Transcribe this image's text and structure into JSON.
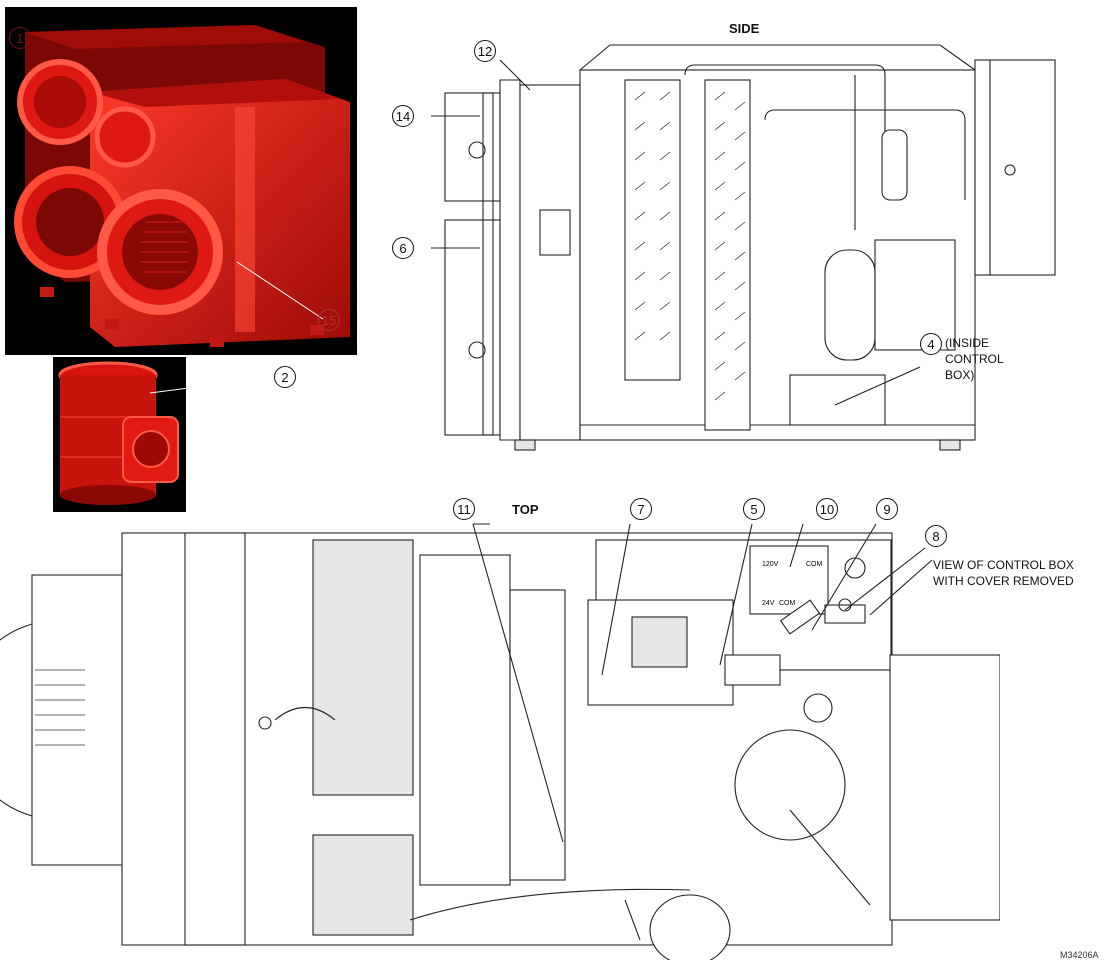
{
  "labels": {
    "side": "SIDE",
    "top": "TOP",
    "inside_control_box": "(INSIDE\nCONTROL\nBOX)",
    "view_control_box": "VIEW OF CONTROL BOX\nWITH COVER REMOVED",
    "part_number": "M34206A"
  },
  "panel_labels": {
    "v120": "120V",
    "com_top": "COM",
    "v24": "24V",
    "com_bottom": "COM"
  },
  "callouts": {
    "c1": "1",
    "c2": "2",
    "c4": "4",
    "c5": "5",
    "c6": "6",
    "c7": "7",
    "c8": "8",
    "c9": "9",
    "c10": "10",
    "c11": "11",
    "c12": "12",
    "c14": "14",
    "c15": "15"
  },
  "colors": {
    "photo_bg": "#000000",
    "unit_red": "#e3140f",
    "damper_red": "#d81410",
    "line": "#222222"
  }
}
